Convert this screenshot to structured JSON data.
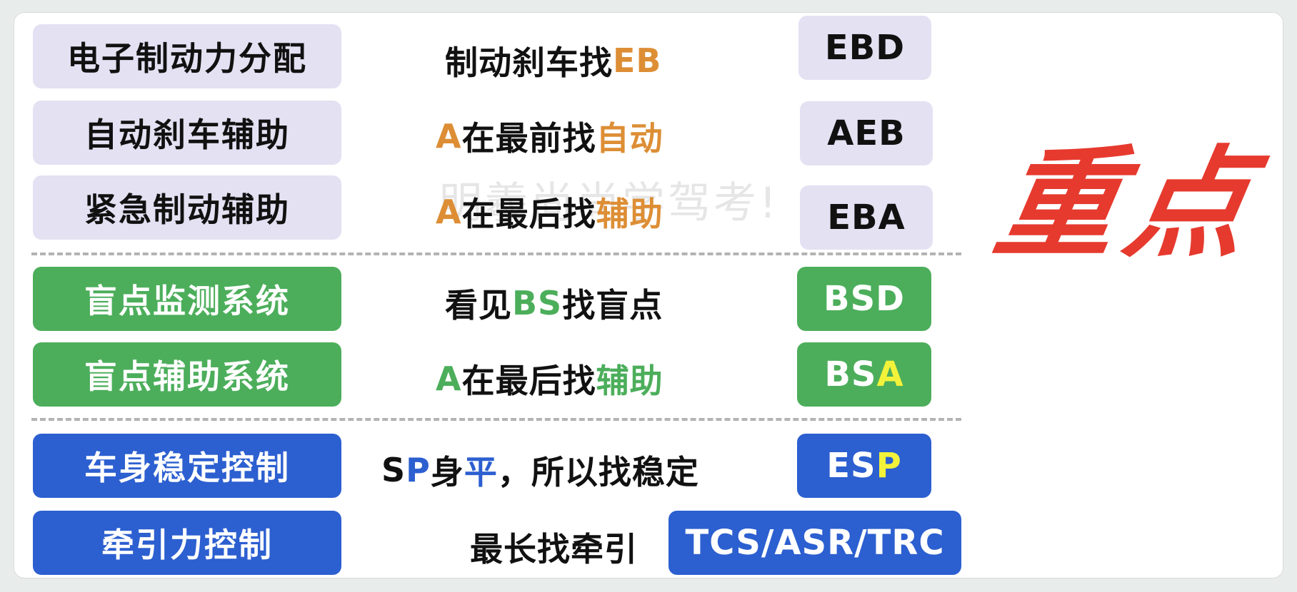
{
  "watermark": "明羲尚尚学驾考!",
  "badge": "重点",
  "rows": [
    {
      "label": "电子制动力分配",
      "mnemonic": [
        {
          "t": "制动刹车找",
          "c": ""
        },
        {
          "t": "EB",
          "c": "or"
        }
      ],
      "code": [
        {
          "t": "EBD",
          "c": ""
        }
      ]
    },
    {
      "label": "自动刹车辅助",
      "mnemonic": [
        {
          "t": "A",
          "c": "or"
        },
        {
          "t": "在最前找",
          "c": ""
        },
        {
          "t": "自动",
          "c": "or"
        }
      ],
      "code": [
        {
          "t": "AEB",
          "c": ""
        }
      ]
    },
    {
      "label": "紧急制动辅助",
      "mnemonic": [
        {
          "t": "A",
          "c": "or"
        },
        {
          "t": "在最后找",
          "c": ""
        },
        {
          "t": "辅助",
          "c": "or"
        }
      ],
      "code": [
        {
          "t": "EBA",
          "c": ""
        }
      ]
    },
    {
      "label": "盲点监测系统",
      "mnemonic": [
        {
          "t": "看见",
          "c": ""
        },
        {
          "t": "BS",
          "c": "gr"
        },
        {
          "t": "找盲点",
          "c": ""
        }
      ],
      "code": [
        {
          "t": "BSD",
          "c": ""
        }
      ]
    },
    {
      "label": "盲点辅助系统",
      "mnemonic": [
        {
          "t": "A",
          "c": "gr"
        },
        {
          "t": "在最后找",
          "c": ""
        },
        {
          "t": "辅助",
          "c": "gr"
        }
      ],
      "code": [
        {
          "t": "BS",
          "c": ""
        },
        {
          "t": "A",
          "c": "yl"
        }
      ]
    },
    {
      "label": "车身稳定控制",
      "mnemonic": [
        {
          "t": "S",
          "c": ""
        },
        {
          "t": "P",
          "c": "bl"
        },
        {
          "t": " 身",
          "c": ""
        },
        {
          "t": "平",
          "c": "bl"
        },
        {
          "t": "，所以找稳定",
          "c": ""
        }
      ],
      "code": [
        {
          "t": "ES",
          "c": ""
        },
        {
          "t": "P",
          "c": "yl"
        }
      ]
    },
    {
      "label": "牵引力控制",
      "mnemonic": [
        {
          "t": "最长找牵引",
          "c": ""
        }
      ],
      "code": [
        {
          "t": "TCS/ASR/TRC",
          "c": ""
        }
      ]
    }
  ],
  "colors": {
    "lavender": "#e3e1f2",
    "green": "#4cae5b",
    "blue": "#2c5fd0",
    "orange": "#dd8e35",
    "yellow": "#f2f23a",
    "red": "#e63a2e"
  }
}
